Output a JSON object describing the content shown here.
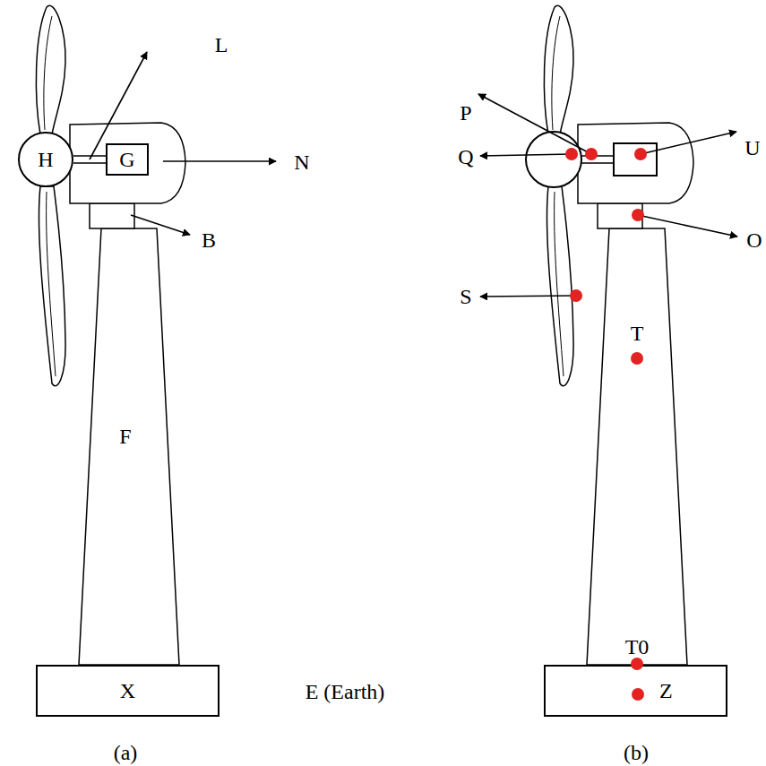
{
  "diagram": {
    "nodes": [
      {
        "text": [
          "H"
        ]
      },
      {
        "text": [
          "G"
        ]
      },
      {
        "text": [
          "X"
        ]
      },
      {
        "text": [
          "Z"
        ]
      }
    ],
    "edges": [
      {
        "from": 0,
        "to": 1,
        "arrow": "none"
      }
    ],
    "labels": [
      "L",
      "N",
      "B",
      "F",
      "E (Earth)",
      "(a)",
      "P",
      "Q",
      "U",
      "O",
      "S",
      "T",
      "T0",
      "(b)"
    ]
  }
}
